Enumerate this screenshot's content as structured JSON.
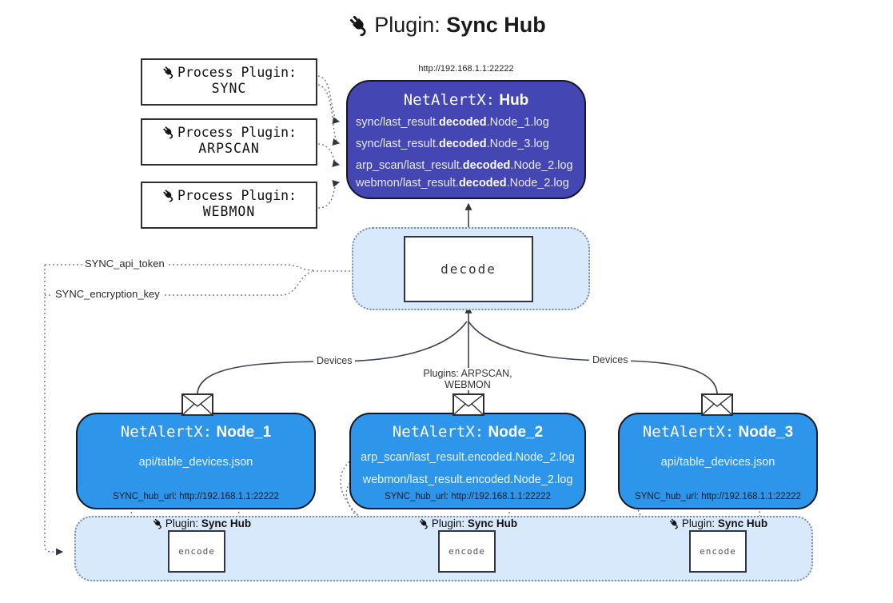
{
  "title": {
    "prefix": "Plugin:",
    "bold": "Sync Hub",
    "icon": "plug-icon"
  },
  "colors": {
    "hub_fill": "#4446b3",
    "node_fill": "#2e96ea",
    "panel_fill": "#d7e9fb",
    "panel_border": "#7f8da3",
    "line": "#3d4351"
  },
  "process_plugins": [
    {
      "label": "Process Plugin:",
      "name": "SYNC"
    },
    {
      "label": "Process Plugin:",
      "name": "ARPSCAN"
    },
    {
      "label": "Process Plugin:",
      "name": "WEBMON"
    }
  ],
  "hub": {
    "url": "http://192.168.1.1:22222",
    "title_prefix": "NetAlertX:",
    "title_bold": "Hub",
    "lines": [
      {
        "pre": "sync/last_result.",
        "bold": "decoded",
        "post": ".Node_1.log"
      },
      {
        "pre": "sync/last_result.",
        "bold": "decoded",
        "post": ".Node_3.log"
      },
      {
        "pre": "arp_scan/last_result.",
        "bold": "decoded",
        "post": ".Node_2.log"
      },
      {
        "pre": "webmon/last_result.",
        "bold": "decoded",
        "post": ".Node_2.log"
      }
    ]
  },
  "decode_label": "decode",
  "keys": {
    "api_token": "SYNC_api_token",
    "encryption_key": "SYNC_encryption_key"
  },
  "edge_labels": {
    "devices_left": "Devices",
    "devices_right": "Devices",
    "plugins": "Plugins: ARPSCAN, WEBMON"
  },
  "nodes": [
    {
      "title_prefix": "NetAlertX:",
      "title_bold": "Node_1",
      "lines": [
        "api/table_devices.json"
      ],
      "hub_url": "SYNC_hub_url: http://192.168.1.1:22222"
    },
    {
      "title_prefix": "NetAlertX:",
      "title_bold": "Node_2",
      "lines": [
        "arp_scan/last_result.encoded.Node_2.log",
        "webmon/last_result.encoded.Node_2.log"
      ],
      "hub_url": "SYNC_hub_url: http://192.168.1.1:22222"
    },
    {
      "title_prefix": "NetAlertX:",
      "title_bold": "Node_3",
      "lines": [
        "api/table_devices.json"
      ],
      "hub_url": "SYNC_hub_url: http://192.168.1.1:22222"
    }
  ],
  "sync_plugins": [
    {
      "prefix": "Plugin:",
      "bold": "Sync Hub",
      "encode": "encode"
    },
    {
      "prefix": "Plugin:",
      "bold": "Sync Hub",
      "encode": "encode"
    },
    {
      "prefix": "Plugin:",
      "bold": "Sync Hub",
      "encode": "encode"
    }
  ]
}
